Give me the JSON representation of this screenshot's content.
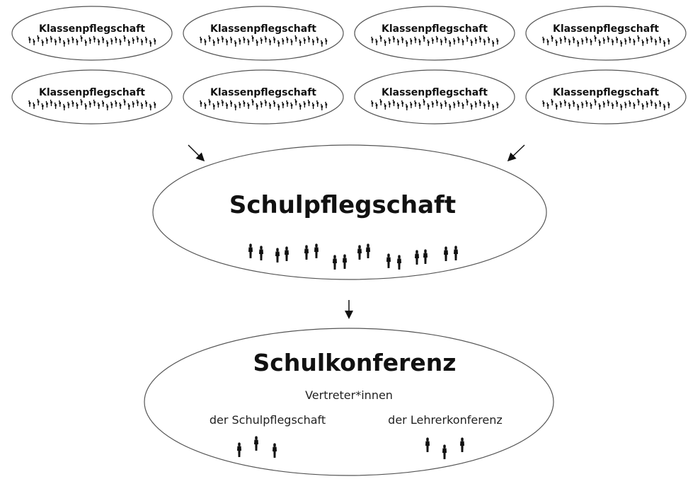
{
  "class_councils": [
    {
      "label": "Klassenpflegschaft"
    },
    {
      "label": "Klassenpflegschaft"
    },
    {
      "label": "Klassenpflegschaft"
    },
    {
      "label": "Klassenpflegschaft"
    },
    {
      "label": "Klassenpflegschaft"
    },
    {
      "label": "Klassenpflegschaft"
    },
    {
      "label": "Klassenpflegschaft"
    },
    {
      "label": "Klassenpflegschaft"
    }
  ],
  "school_parents_council": {
    "title": "Schulpflegschaft"
  },
  "school_conference": {
    "title": "Schulkonferenz",
    "subtitle": "Vertreter*innen",
    "left_group": "der Schulpflegschaft",
    "right_group": "der Lehrerkonferenz"
  }
}
